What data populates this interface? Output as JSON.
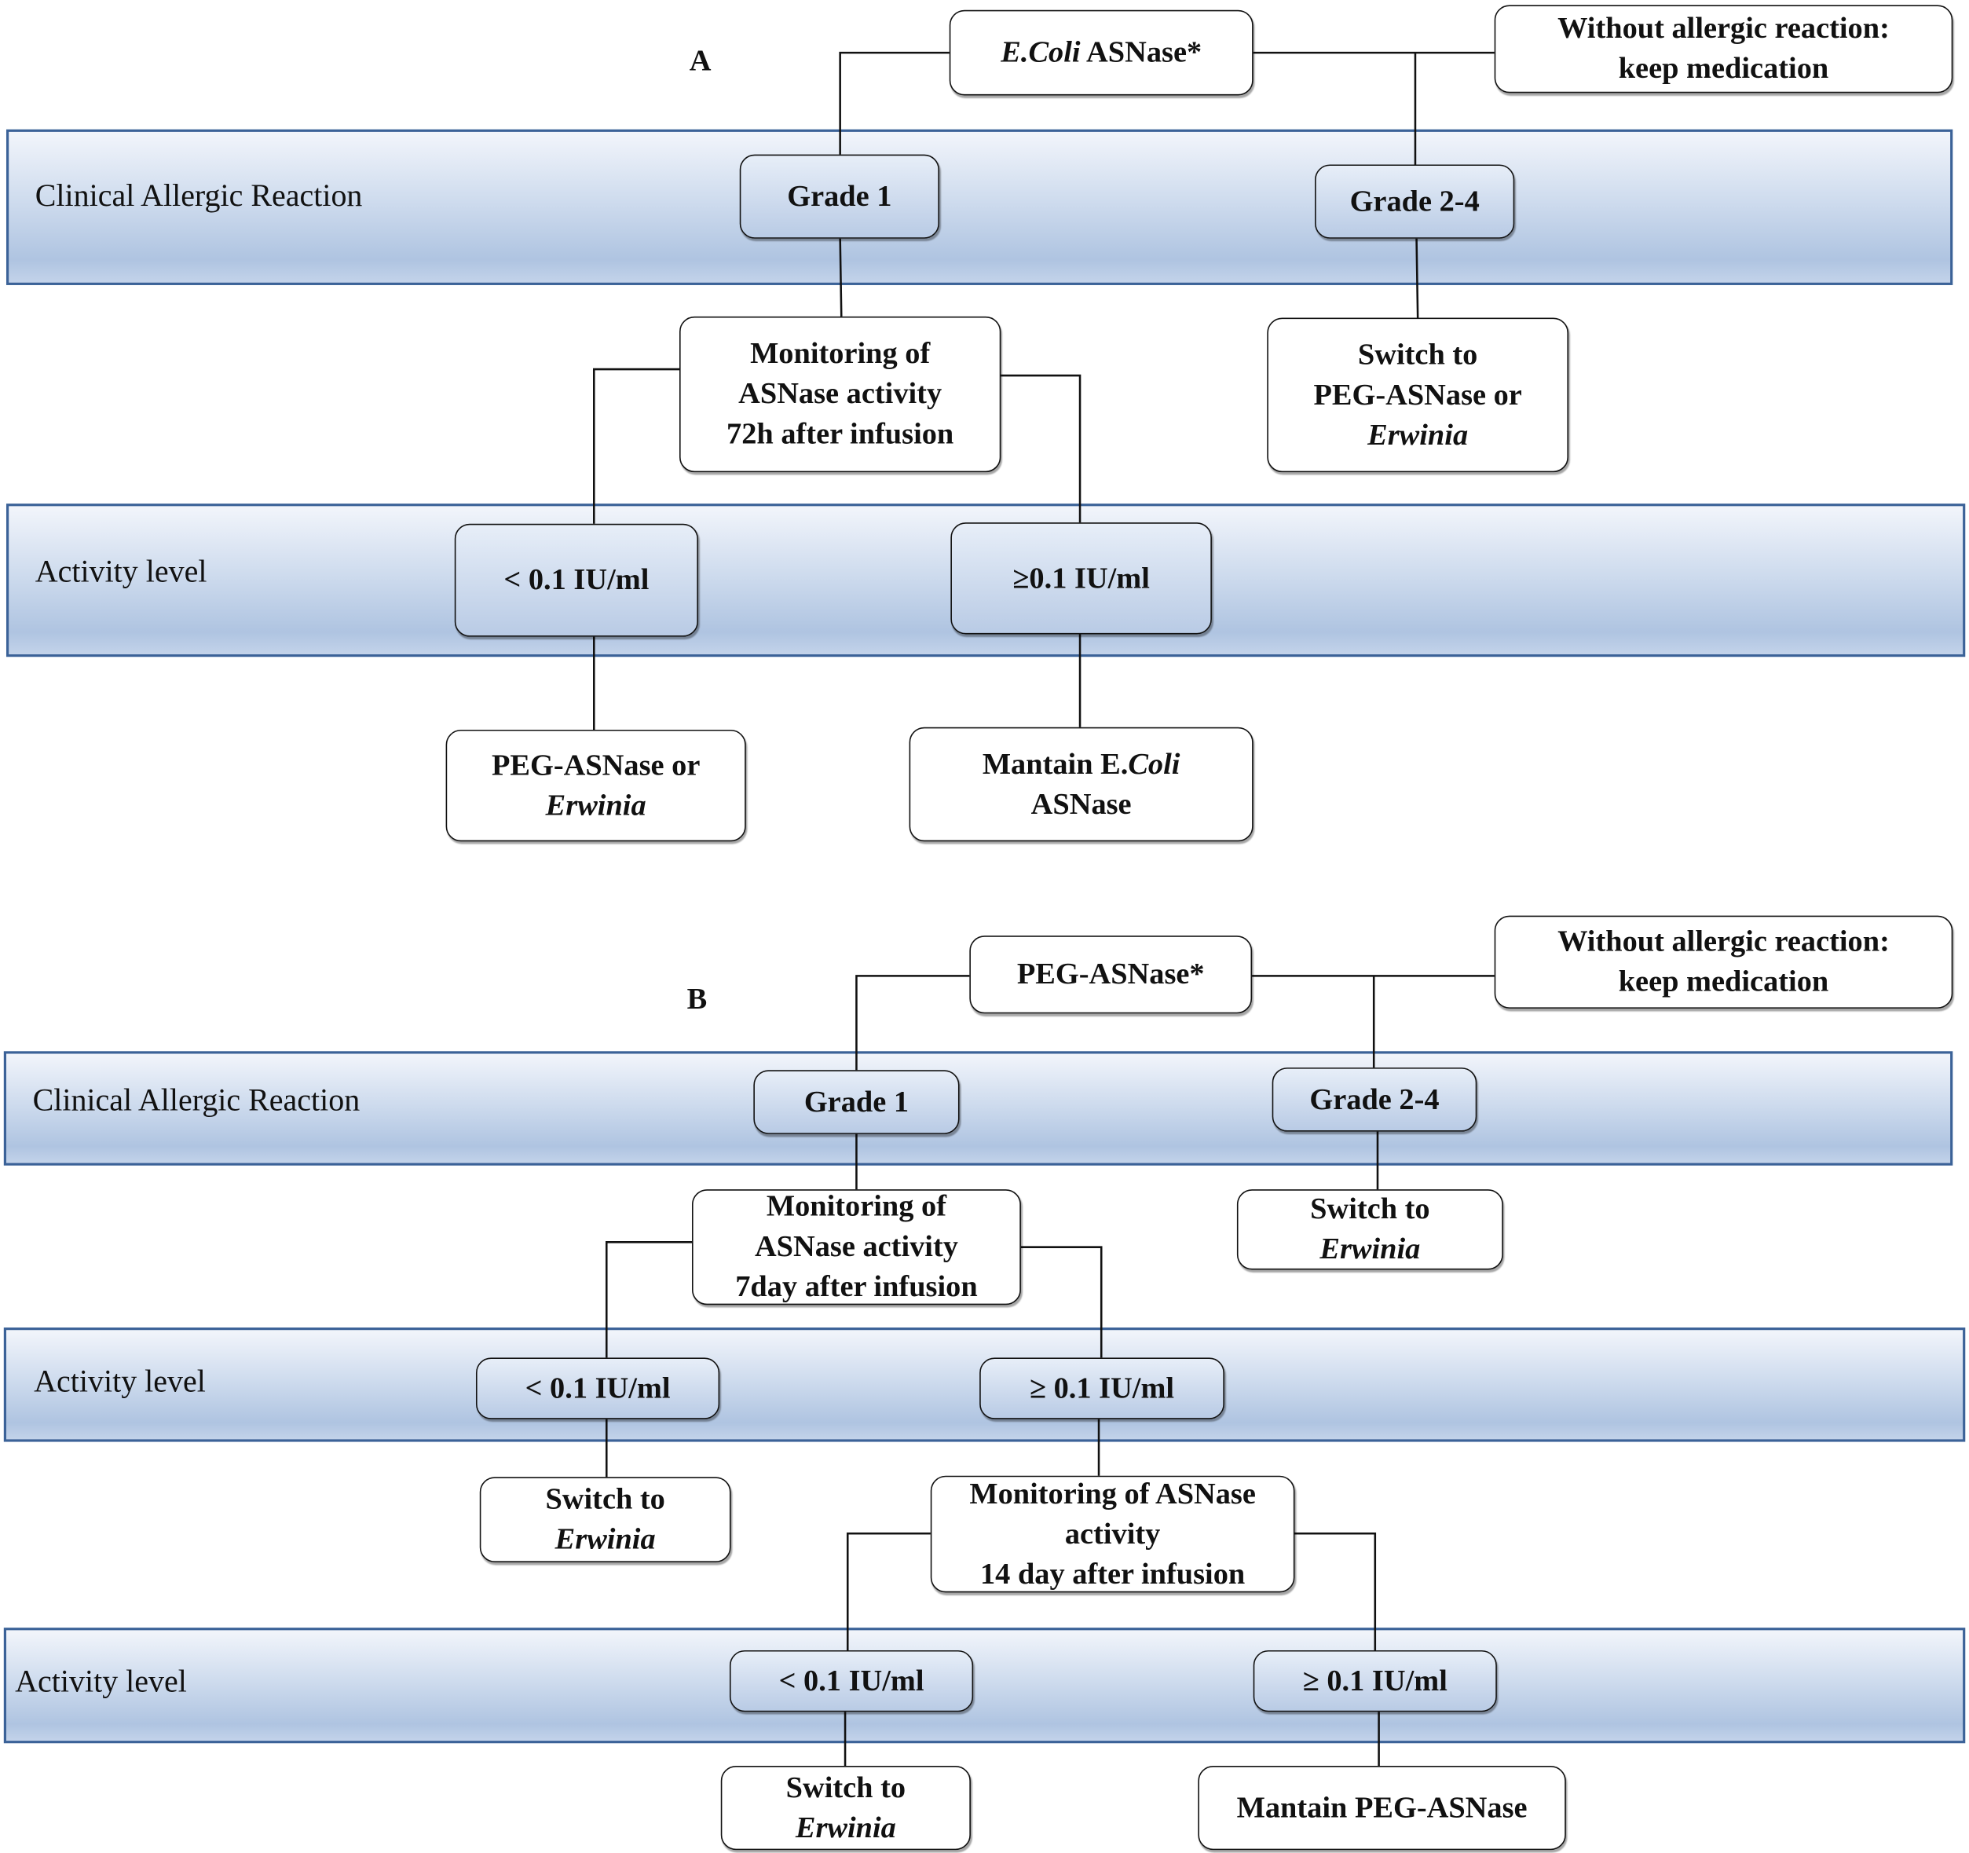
{
  "colors": {
    "band_border": "#3b6298",
    "band_fill": "#afc4e1",
    "line": "#111111"
  },
  "panel_a": {
    "label": "A",
    "bands": {
      "clinical": "Clinical Allergic Reaction",
      "activity": "Activity level"
    },
    "boxes": {
      "start": [
        [
          {
            "t": "E.Coli",
            "i": true
          },
          {
            "t": " ASNase*"
          }
        ]
      ],
      "without": [
        [
          {
            "t": "Without allergic reaction:"
          }
        ],
        [
          {
            "t": "keep medication"
          }
        ]
      ],
      "grade1": [
        [
          {
            "t": "Grade 1"
          }
        ]
      ],
      "grade24": [
        [
          {
            "t": "Grade 2-4"
          }
        ]
      ],
      "monitor": [
        [
          {
            "t": "Monitoring of"
          }
        ],
        [
          {
            "t": "ASNase activity"
          }
        ],
        [
          {
            "t": "72h after infusion"
          }
        ]
      ],
      "switch": [
        [
          {
            "t": "Switch to"
          }
        ],
        [
          {
            "t": "PEG-ASNase or"
          }
        ],
        [
          {
            "t": "Erwinia",
            "i": true
          }
        ]
      ],
      "low": [
        [
          {
            "t": "< 0.1 IU/ml"
          }
        ]
      ],
      "high": [
        [
          {
            "t": "≥0.1 IU/ml"
          }
        ]
      ],
      "low_result": [
        [
          {
            "t": "PEG-ASNase or"
          }
        ],
        [
          {
            "t": "Erwinia",
            "i": true
          }
        ]
      ],
      "high_result": [
        [
          {
            "t": "Mantain E."
          },
          {
            "t": "Coli",
            "i": true
          }
        ],
        [
          {
            "t": "ASNase"
          }
        ]
      ]
    }
  },
  "panel_b": {
    "label": "B",
    "bands": {
      "clinical": "Clinical Allergic Reaction",
      "activity1": "Activity level",
      "activity2": "Activity level"
    },
    "boxes": {
      "start": [
        [
          {
            "t": "PEG-ASNase*"
          }
        ]
      ],
      "without": [
        [
          {
            "t": "Without allergic reaction:"
          }
        ],
        [
          {
            "t": "keep medication"
          }
        ]
      ],
      "grade1": [
        [
          {
            "t": "Grade 1"
          }
        ]
      ],
      "grade24": [
        [
          {
            "t": "Grade 2-4"
          }
        ]
      ],
      "monitor7": [
        [
          {
            "t": "Monitoring of"
          }
        ],
        [
          {
            "t": "ASNase activity"
          }
        ],
        [
          {
            "t": "7day after infusion"
          }
        ]
      ],
      "switch_g24": [
        [
          {
            "t": "Switch to"
          }
        ],
        [
          {
            "t": "Erwinia",
            "i": true
          }
        ]
      ],
      "low1": [
        [
          {
            "t": "< 0.1 IU/ml"
          }
        ]
      ],
      "high1": [
        [
          {
            "t": "≥ 0.1 IU/ml"
          }
        ]
      ],
      "switch_low1": [
        [
          {
            "t": "Switch to"
          }
        ],
        [
          {
            "t": "Erwinia",
            "i": true
          }
        ]
      ],
      "monitor14": [
        [
          {
            "t": "Monitoring of ASNase"
          }
        ],
        [
          {
            "t": "activity"
          }
        ],
        [
          {
            "t": "14 day after infusion"
          }
        ]
      ],
      "low2": [
        [
          {
            "t": "< 0.1 IU/ml"
          }
        ]
      ],
      "high2": [
        [
          {
            "t": "≥ 0.1 IU/ml"
          }
        ]
      ],
      "switch_low2": [
        [
          {
            "t": "Switch to"
          }
        ],
        [
          {
            "t": "Erwinia",
            "i": true
          }
        ]
      ],
      "maintain": [
        [
          {
            "t": "Mantain PEG-ASNase"
          }
        ]
      ]
    }
  }
}
